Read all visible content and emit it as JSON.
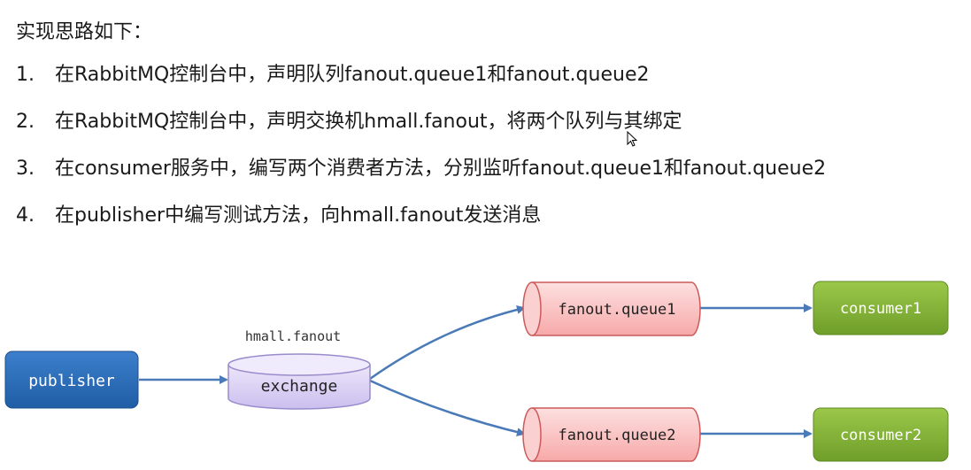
{
  "intro": "实现思路如下：",
  "steps": [
    {
      "num": "1.",
      "text": "在RabbitMQ控制台中，声明队列fanout.queue1和fanout.queue2"
    },
    {
      "num": "2.",
      "text": "在RabbitMQ控制台中，声明交换机hmall.fanout，将两个队列与其绑定"
    },
    {
      "num": "3.",
      "text": "在consumer服务中，编写两个消费者方法，分别监听fanout.queue1和fanout.queue2"
    },
    {
      "num": "4.",
      "text": "在publisher中编写测试方法，向hmall.fanout发送消息"
    }
  ],
  "diagram": {
    "publisher": "publisher",
    "exchange_name": "hmall.fanout",
    "exchange": "exchange",
    "queue1": "fanout.queue1",
    "queue2": "fanout.queue2",
    "consumer1": "consumer1",
    "consumer2": "consumer2"
  },
  "colors": {
    "publisher": "#2f6fb8",
    "exchange": "#d9d0f2",
    "queue": "#f8b9b9",
    "consumer": "#8dbb3a",
    "arrow": "#4a7ab8"
  }
}
